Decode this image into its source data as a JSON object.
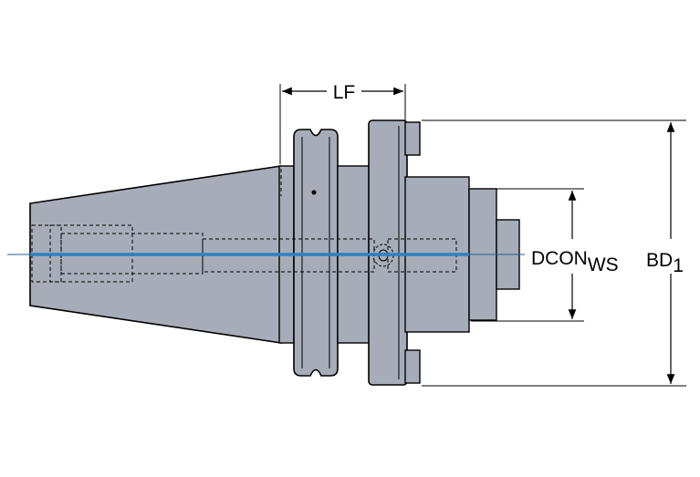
{
  "labels": {
    "lf": "LF",
    "dcon_main": "DCON",
    "dcon_sub": "WS",
    "bd_main": "BD",
    "bd_sub": "1"
  },
  "colors": {
    "body": "#a6adb8",
    "outline": "#000000",
    "axis": "#2f7fc1",
    "background": "#ffffff"
  }
}
